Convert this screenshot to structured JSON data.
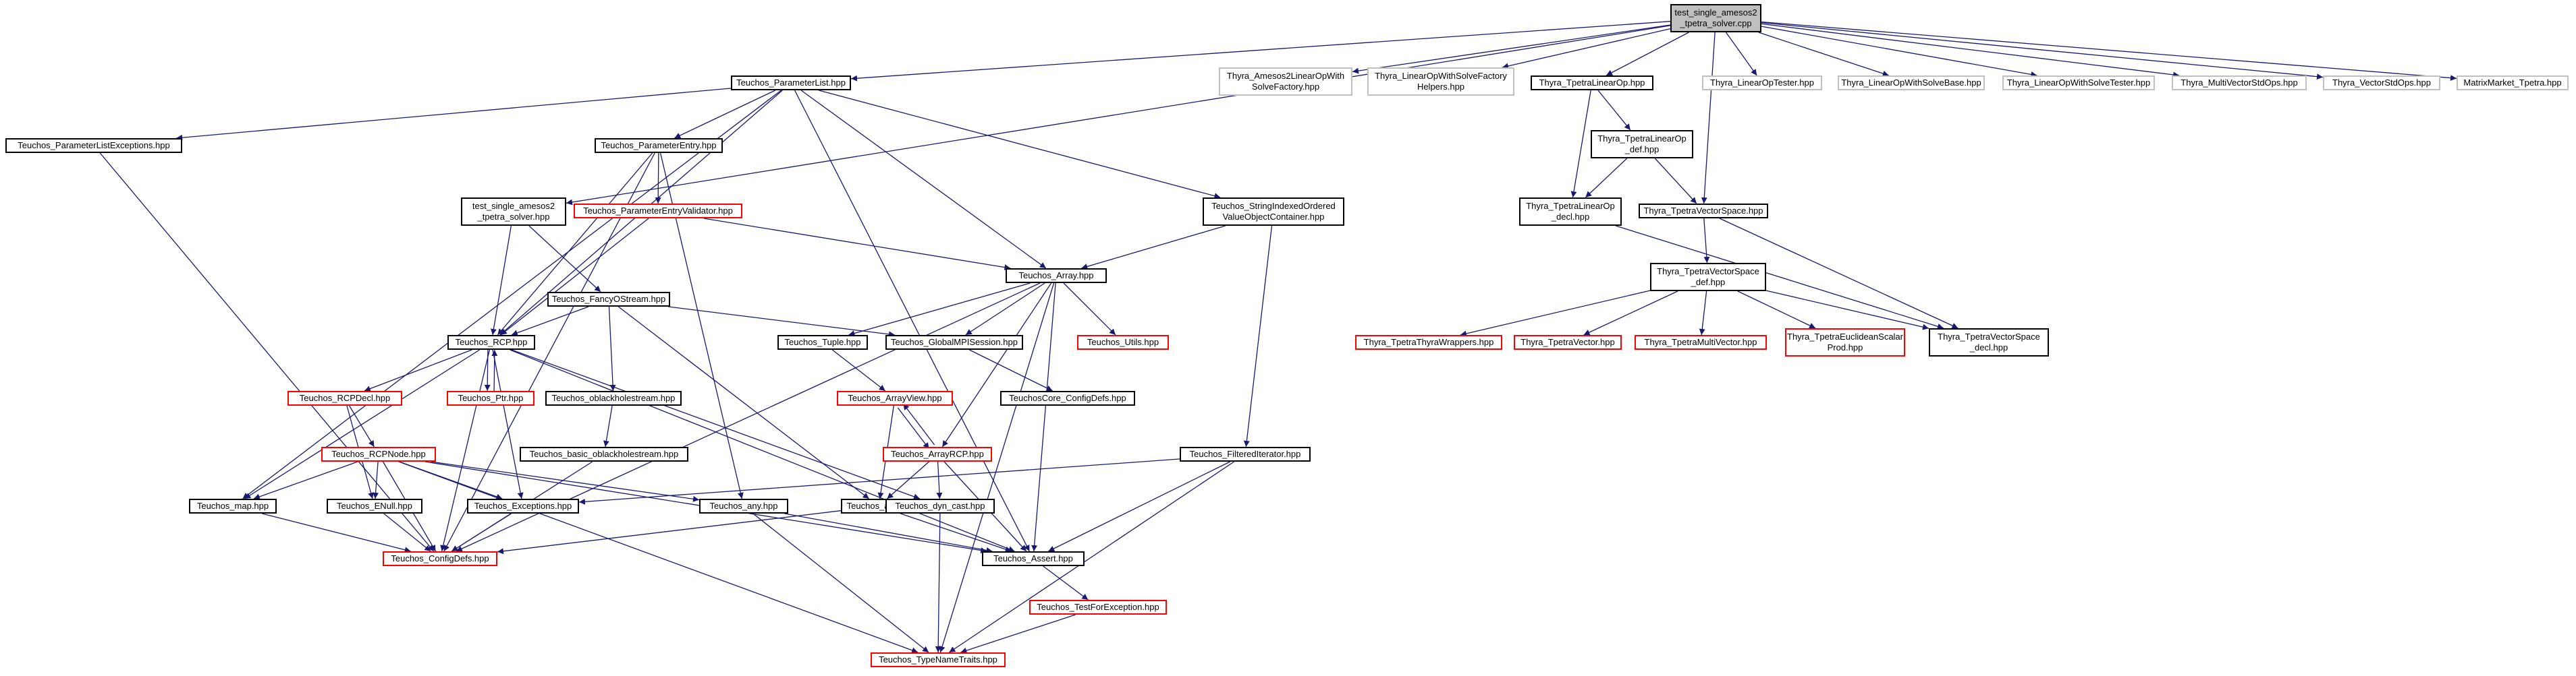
{
  "colors": {
    "edge": "#191970",
    "default_border": "#000000",
    "missing_border": "#ff0000",
    "external_border": "#c0c0c0",
    "root_fill": "#bfbfbf"
  },
  "nodes": [
    {
      "id": "root",
      "label": "test_single_amesos2\n_tpetra_solver.cpp",
      "style": "root"
    },
    {
      "id": "plist",
      "label": "Teuchos_ParameterList.hpp",
      "style": "normal"
    },
    {
      "id": "amlows",
      "label": "Thyra_Amesos2LinearOpWith\nSolveFactory.hpp",
      "style": "gray"
    },
    {
      "id": "lowshelp",
      "label": "Thyra_LinearOpWithSolveFactory\nHelpers.hpp",
      "style": "gray"
    },
    {
      "id": "tplinop",
      "label": "Thyra_TpetraLinearOp.hpp",
      "style": "normal"
    },
    {
      "id": "lotester",
      "label": "Thyra_LinearOpTester.hpp",
      "style": "gray"
    },
    {
      "id": "lowsbase",
      "label": "Thyra_LinearOpWithSolveBase.hpp",
      "style": "gray"
    },
    {
      "id": "lowstester",
      "label": "Thyra_LinearOpWithSolveTester.hpp",
      "style": "gray"
    },
    {
      "id": "mvstd",
      "label": "Thyra_MultiVectorStdOps.hpp",
      "style": "gray"
    },
    {
      "id": "vstd",
      "label": "Thyra_VectorStdOps.hpp",
      "style": "gray"
    },
    {
      "id": "mmtp",
      "label": "MatrixMarket_Tpetra.hpp",
      "style": "gray"
    },
    {
      "id": "plexc",
      "label": "Teuchos_ParameterListExceptions.hpp",
      "style": "normal"
    },
    {
      "id": "pentry",
      "label": "Teuchos_ParameterEntry.hpp",
      "style": "normal"
    },
    {
      "id": "hpp",
      "label": "test_single_amesos2\n_tpetra_solver.hpp",
      "style": "normal"
    },
    {
      "id": "pev",
      "label": "Teuchos_ParameterEntryValidator.hpp",
      "style": "red"
    },
    {
      "id": "sioc",
      "label": "Teuchos_StringIndexedOrdered\nValueObjectContainer.hpp",
      "style": "normal"
    },
    {
      "id": "tplinopdef",
      "label": "Thyra_TpetraLinearOp\n_def.hpp",
      "style": "normal"
    },
    {
      "id": "tplinopdecl",
      "label": "Thyra_TpetraLinearOp\n_decl.hpp",
      "style": "normal"
    },
    {
      "id": "tpvs",
      "label": "Thyra_TpetraVectorSpace.hpp",
      "style": "normal"
    },
    {
      "id": "fancy",
      "label": "Teuchos_FancyOStream.hpp",
      "style": "normal"
    },
    {
      "id": "array",
      "label": "Teuchos_Array.hpp",
      "style": "normal"
    },
    {
      "id": "tpvsdef",
      "label": "Thyra_TpetraVectorSpace\n_def.hpp",
      "style": "normal"
    },
    {
      "id": "rcp",
      "label": "Teuchos_RCP.hpp",
      "style": "normal"
    },
    {
      "id": "tuple",
      "label": "Teuchos_Tuple.hpp",
      "style": "normal"
    },
    {
      "id": "gmpi",
      "label": "Teuchos_GlobalMPISession.hpp",
      "style": "normal"
    },
    {
      "id": "utils",
      "label": "Teuchos_Utils.hpp",
      "style": "red"
    },
    {
      "id": "tptw",
      "label": "Thyra_TpetraThyraWrappers.hpp",
      "style": "red"
    },
    {
      "id": "tpvec",
      "label": "Thyra_TpetraVector.hpp",
      "style": "red"
    },
    {
      "id": "tpmv",
      "label": "Thyra_TpetraMultiVector.hpp",
      "style": "red"
    },
    {
      "id": "tpesp",
      "label": "Thyra_TpetraEuclideanScalar\nProd.hpp",
      "style": "red"
    },
    {
      "id": "tpvsdecl",
      "label": "Thyra_TpetraVectorSpace\n_decl.hpp",
      "style": "normal"
    },
    {
      "id": "rcpdecl",
      "label": "Teuchos_RCPDecl.hpp",
      "style": "red"
    },
    {
      "id": "ptr",
      "label": "Teuchos_Ptr.hpp",
      "style": "red"
    },
    {
      "id": "oblack",
      "label": "Teuchos_oblackholestream.hpp",
      "style": "normal"
    },
    {
      "id": "arrayview",
      "label": "Teuchos_ArrayView.hpp",
      "style": "red"
    },
    {
      "id": "ccd",
      "label": "TeuchosCore_ConfigDefs.hpp",
      "style": "normal"
    },
    {
      "id": "rcpnode",
      "label": "Teuchos_RCPNode.hpp",
      "style": "red"
    },
    {
      "id": "boblack",
      "label": "Teuchos_basic_oblackholestream.hpp",
      "style": "normal"
    },
    {
      "id": "filt",
      "label": "Teuchos_FilteredIterator.hpp",
      "style": "normal"
    },
    {
      "id": "arcp",
      "label": "Teuchos_ArrayRCP.hpp",
      "style": "red"
    },
    {
      "id": "map",
      "label": "Teuchos_map.hpp",
      "style": "normal"
    },
    {
      "id": "enull",
      "label": "Teuchos_ENull.hpp",
      "style": "normal"
    },
    {
      "id": "exc",
      "label": "Teuchos_Exceptions.hpp",
      "style": "normal"
    },
    {
      "id": "any",
      "label": "Teuchos_any.hpp",
      "style": "normal"
    },
    {
      "id": "as",
      "label": "Teuchos_as.hpp",
      "style": "normal"
    },
    {
      "id": "dyn",
      "label": "Teuchos_dyn_cast.hpp",
      "style": "normal"
    },
    {
      "id": "cfg",
      "label": "Teuchos_ConfigDefs.hpp",
      "style": "red"
    },
    {
      "id": "assert",
      "label": "Teuchos_Assert.hpp",
      "style": "normal"
    },
    {
      "id": "tfe",
      "label": "Teuchos_TestForException.hpp",
      "style": "red"
    },
    {
      "id": "tnt",
      "label": "Teuchos_TypeNameTraits.hpp",
      "style": "red"
    }
  ],
  "edges": [
    [
      "root",
      "plist"
    ],
    [
      "root",
      "amlows"
    ],
    [
      "root",
      "lowshelp"
    ],
    [
      "root",
      "tplinop"
    ],
    [
      "root",
      "lotester"
    ],
    [
      "root",
      "lowsbase"
    ],
    [
      "root",
      "lowstester"
    ],
    [
      "root",
      "mvstd"
    ],
    [
      "root",
      "vstd"
    ],
    [
      "root",
      "mmtp"
    ],
    [
      "root",
      "hpp"
    ],
    [
      "root",
      "tpvs"
    ],
    [
      "plist",
      "plexc"
    ],
    [
      "plist",
      "pentry"
    ],
    [
      "plist",
      "sioc"
    ],
    [
      "plist",
      "array"
    ],
    [
      "plist",
      "rcp"
    ],
    [
      "plist",
      "map"
    ],
    [
      "plist",
      "assert"
    ],
    [
      "pentry",
      "pev"
    ],
    [
      "pentry",
      "rcp"
    ],
    [
      "pentry",
      "any"
    ],
    [
      "pentry",
      "cfg"
    ],
    [
      "pev",
      "rcp"
    ],
    [
      "pev",
      "array"
    ],
    [
      "hpp",
      "fancy"
    ],
    [
      "hpp",
      "rcp"
    ],
    [
      "fancy",
      "rcp"
    ],
    [
      "fancy",
      "gmpi"
    ],
    [
      "fancy",
      "oblack"
    ],
    [
      "fancy",
      "as"
    ],
    [
      "oblack",
      "boblack"
    ],
    [
      "boblack",
      "cfg"
    ],
    [
      "plexc",
      "cfg"
    ],
    [
      "sioc",
      "array"
    ],
    [
      "sioc",
      "filt"
    ],
    [
      "array",
      "tuple"
    ],
    [
      "array",
      "gmpi"
    ],
    [
      "array",
      "utils"
    ],
    [
      "array",
      "arcp"
    ],
    [
      "array",
      "assert"
    ],
    [
      "array",
      "tnt"
    ],
    [
      "array",
      "cfg"
    ],
    [
      "tuple",
      "arrayview"
    ],
    [
      "gmpi",
      "ccd"
    ],
    [
      "arrayview",
      "arcp"
    ],
    [
      "arcp",
      "arrayview"
    ],
    [
      "arrayview",
      "as"
    ],
    [
      "arcp",
      "as"
    ],
    [
      "arcp",
      "dyn"
    ],
    [
      "arcp",
      "assert"
    ],
    [
      "rcp",
      "rcpdecl"
    ],
    [
      "rcp",
      "ptr"
    ],
    [
      "ptr",
      "rcp"
    ],
    [
      "rcp",
      "map"
    ],
    [
      "rcp",
      "exc"
    ],
    [
      "rcp",
      "dyn"
    ],
    [
      "rcp",
      "assert"
    ],
    [
      "rcp",
      "cfg"
    ],
    [
      "rcpdecl",
      "rcpnode"
    ],
    [
      "rcpdecl",
      "enull"
    ],
    [
      "rcpnode",
      "map"
    ],
    [
      "rcpnode",
      "enull"
    ],
    [
      "rcpnode",
      "exc"
    ],
    [
      "rcpnode",
      "any"
    ],
    [
      "rcpnode",
      "cfg"
    ],
    [
      "rcpnode",
      "assert"
    ],
    [
      "rcpnode",
      "tnt"
    ],
    [
      "filt",
      "exc"
    ],
    [
      "filt",
      "assert"
    ],
    [
      "filt",
      "tnt"
    ],
    [
      "map",
      "cfg"
    ],
    [
      "enull",
      "cfg"
    ],
    [
      "exc",
      "cfg"
    ],
    [
      "any",
      "assert"
    ],
    [
      "any",
      "tnt"
    ],
    [
      "as",
      "cfg"
    ],
    [
      "as",
      "assert"
    ],
    [
      "dyn",
      "tnt"
    ],
    [
      "assert",
      "tfe"
    ],
    [
      "tfe",
      "tnt"
    ],
    [
      "tplinop",
      "tplinopdef"
    ],
    [
      "tplinop",
      "tplinopdecl"
    ],
    [
      "tplinopdef",
      "tplinopdecl"
    ],
    [
      "tplinopdef",
      "tpvs"
    ],
    [
      "tplinopdecl",
      "tpvsdecl"
    ],
    [
      "tpvs",
      "tpvsdef"
    ],
    [
      "tpvs",
      "tpvsdecl"
    ],
    [
      "tpvsdef",
      "tptw"
    ],
    [
      "tpvsdef",
      "tpvec"
    ],
    [
      "tpvsdef",
      "tpmv"
    ],
    [
      "tpvsdef",
      "tpesp"
    ],
    [
      "tpvsdef",
      "tpvsdecl"
    ]
  ]
}
